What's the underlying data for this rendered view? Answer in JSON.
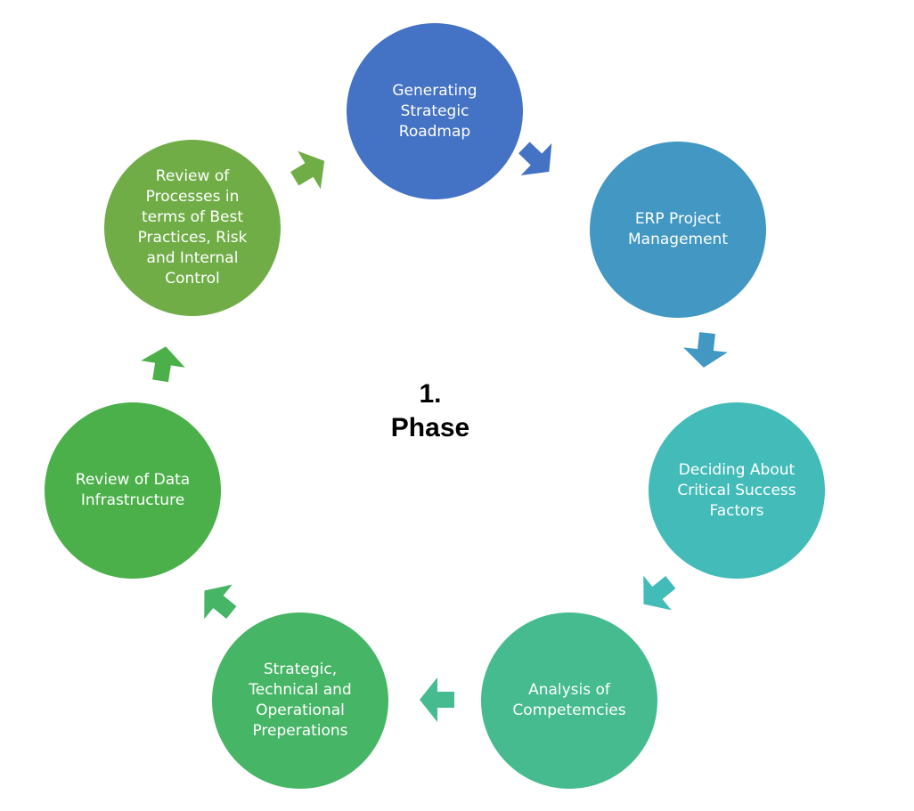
{
  "center_title": "1.\nPhase",
  "nodes": [
    {
      "label": "Generating\nStrategic\nRoadmap",
      "color": "#4472c4"
    },
    {
      "label": "ERP Project\nManagement",
      "color": "#4298c3"
    },
    {
      "label": "Deciding About\nCritical Success\nFactors",
      "color": "#43bcb9"
    },
    {
      "label": "Analysis of\nCompetemcies",
      "color": "#45bb8f"
    },
    {
      "label": "Strategic,\nTechnical and\nOperational\nPreperations",
      "color": "#47b566"
    },
    {
      "label": "Review of Data\nInfrastructure",
      "color": "#4cb04a"
    },
    {
      "label": "Review of\nProcesses in\nterms of Best\nPractices, Risk\nand Internal\nControl",
      "color": "#70ad47"
    }
  ],
  "arrow_colors": [
    "#4472c4",
    "#4298c3",
    "#43bcb9",
    "#45bb8f",
    "#47b566",
    "#4cb04a",
    "#70ad47"
  ]
}
